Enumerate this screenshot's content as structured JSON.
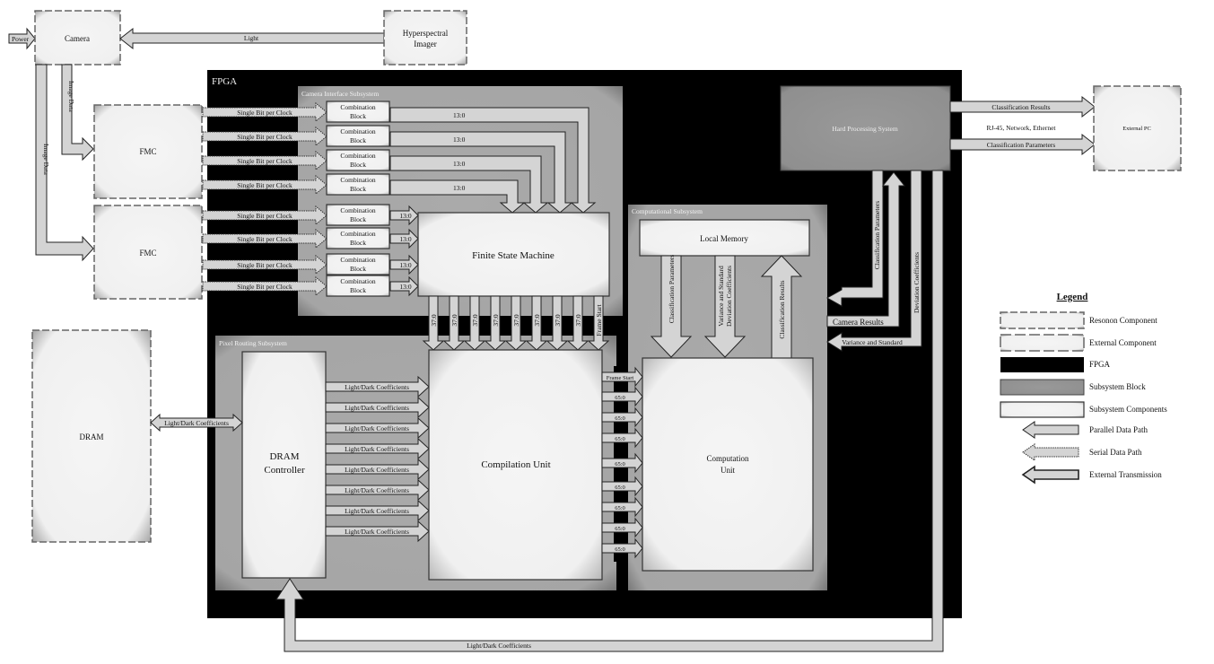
{
  "external": {
    "camera": "Camera",
    "power": "Power",
    "hyperspectral": [
      "Hyperspectral",
      "Imager"
    ],
    "light": "Light",
    "image_data": "Image Data",
    "fmc": "FMC",
    "dram": "DRAM",
    "external_pc": "External PC"
  },
  "fpga": {
    "title": "FPGA",
    "camera_interface": {
      "title": "Camera Interface Subsystem",
      "input_label": "Single Bit per Clock",
      "block_label": [
        "Combination",
        "Block"
      ],
      "bus_label": "13:0",
      "fsm": "Finite State Machine",
      "fsm_out_label": "37:0",
      "frame_start": "Frame Start"
    },
    "pixel_routing": {
      "title": "Pixel Routing Subsystem",
      "dram_controller": [
        "DRAM",
        "Controller"
      ],
      "coeff_label": "Light/Dark Coefficients",
      "compilation_unit": "Compilation Unit"
    },
    "computational": {
      "title": "Computational Subsystem",
      "local_memory": "Local Memory",
      "computation_unit": [
        "Computation",
        "Unit"
      ],
      "frame_start": "Frame Start",
      "bus_label": "65:0",
      "class_params": "Classification Parameters",
      "var_std": [
        "Variance and Standard",
        "Deviation Coefficients"
      ],
      "class_results": "Classification Results"
    },
    "hps": {
      "title": "Hard Processing System",
      "class_params": "Classification Parameters",
      "camera_results": "Camera Results",
      "variance_std": "Variance and Standard",
      "deviation_coeff": "Deviation Coefficients"
    },
    "dram_link": "Light/Dark Coefficients",
    "feedback": "Light/Dark Coefficients"
  },
  "network": {
    "class_results": "Classification Results",
    "link": "RJ-45, Network, Ethernet",
    "class_params": "Classification Parameters"
  },
  "legend": {
    "title": "Legend",
    "items": [
      "Resonon Component",
      "External Component",
      "FPGA",
      "Subsystem Block",
      "Subsystem Components",
      "Parallel Data Path",
      "Serial Data Path",
      "External Transmission"
    ]
  }
}
